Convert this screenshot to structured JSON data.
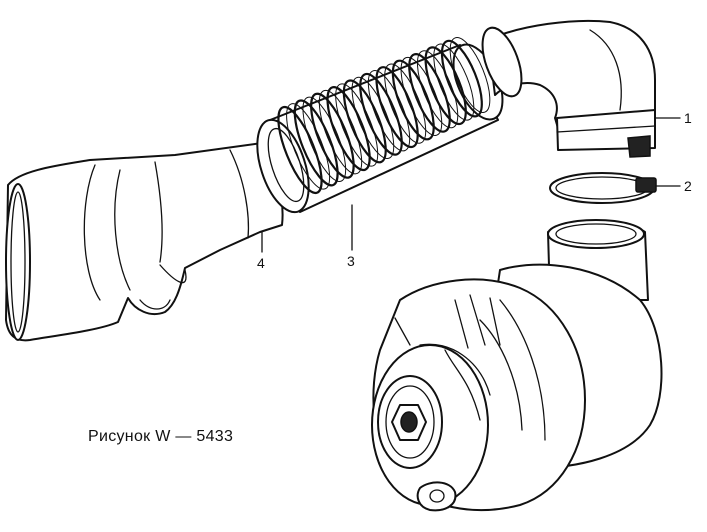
{
  "caption": "Рисунок W — 5433",
  "callouts": [
    {
      "id": "1",
      "label": "1"
    },
    {
      "id": "2",
      "label": "2"
    },
    {
      "id": "3",
      "label": "3"
    },
    {
      "id": "4",
      "label": "4"
    }
  ]
}
